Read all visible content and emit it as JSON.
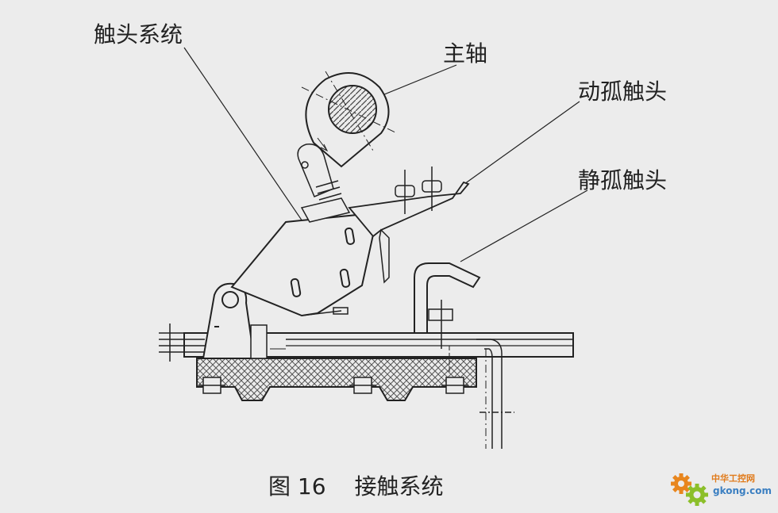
{
  "labels": {
    "contact_system": "触头系统",
    "main_shaft": "主轴",
    "moving_arc_contact": "动孤触头",
    "static_arc_contact": "静孤触头"
  },
  "caption": {
    "figure_number": "图 16",
    "title": "接触系统"
  },
  "watermark": {
    "site_name": "中华工控网",
    "site_domain": "gkong.com",
    "colors": {
      "orange": "#e8861e",
      "green": "#8cbf2a",
      "blue": "#3b7fc1"
    }
  },
  "colors": {
    "background": "#ececec",
    "line": "#222222",
    "hatch": "#555555"
  }
}
